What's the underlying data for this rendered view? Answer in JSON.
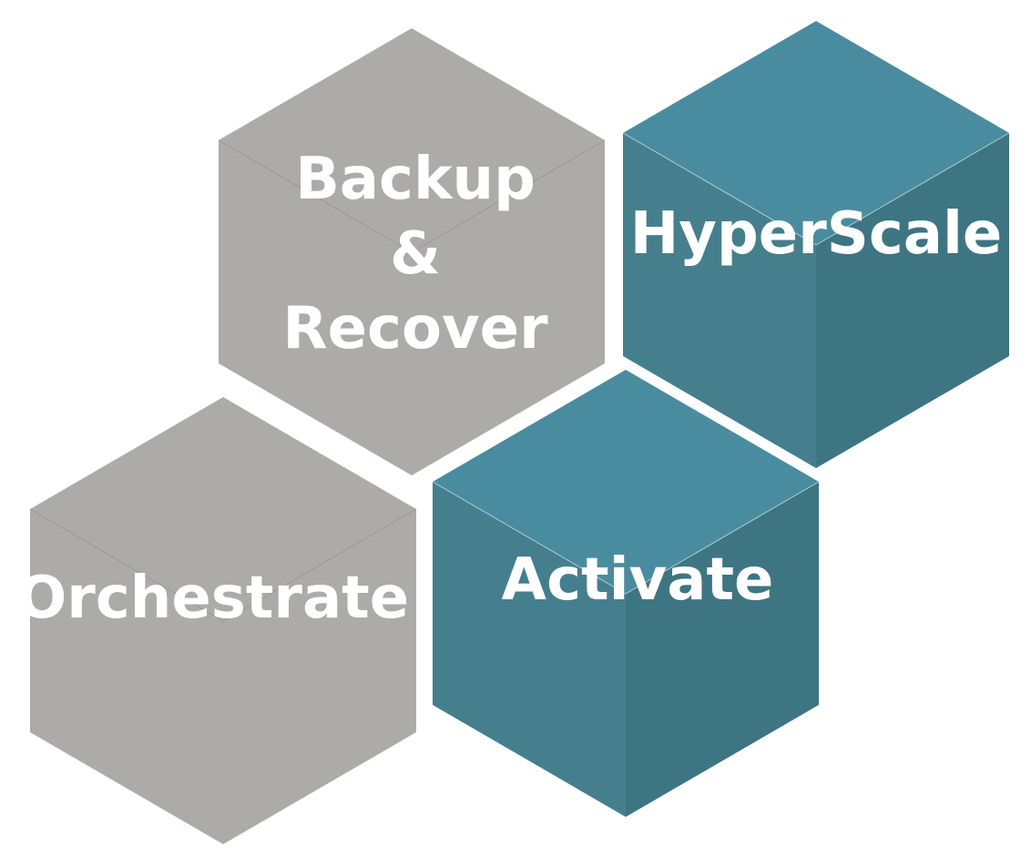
{
  "colors": {
    "gray_top": "#acabaa",
    "gray_left": "#acabaa",
    "gray_right": "#acabaa",
    "teal_top": "#4a8c9f",
    "teal_left": "#457f8e",
    "teal_right": "#3d7583",
    "label": "#ffffff",
    "background": "#ffffff"
  },
  "cubes": [
    {
      "id": "backup-recover",
      "theme": "gray",
      "label_lines": [
        "Backup",
        "&",
        "Recover"
      ]
    },
    {
      "id": "hyperscale",
      "theme": "teal",
      "label_lines": [
        "HyperScale"
      ]
    },
    {
      "id": "orchestrate",
      "theme": "gray",
      "label_lines": [
        "Orchestrate"
      ]
    },
    {
      "id": "activate",
      "theme": "teal",
      "label_lines": [
        "Activate"
      ]
    }
  ]
}
